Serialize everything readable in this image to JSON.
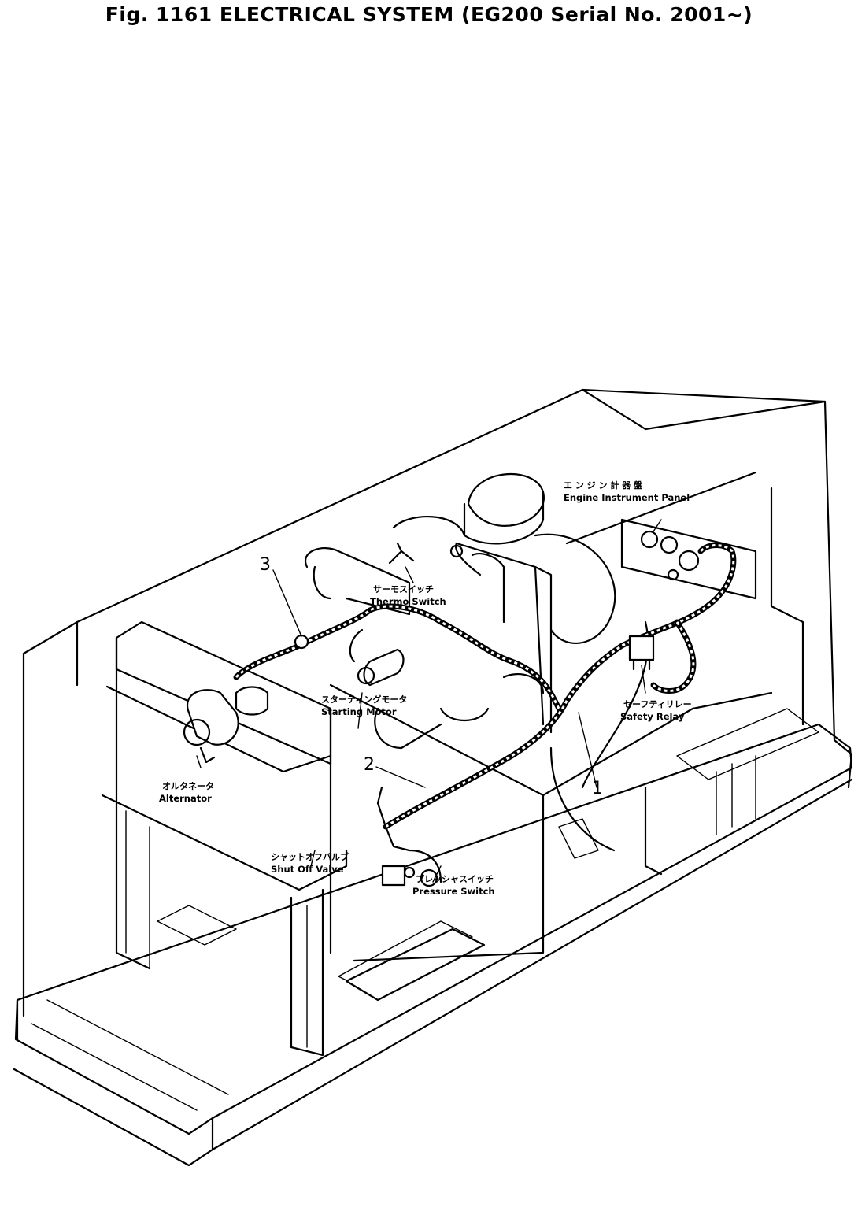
{
  "figure": {
    "title": "Fig. 1161  ELECTRICAL SYSTEM  (EG200 Serial No. 2001~)"
  },
  "labels": {
    "engine_instrument_panel": {
      "jp": "エ ン ジ ン 計 器 盤",
      "en": "Engine Instrument Panel"
    },
    "thermo_switch": {
      "jp": "サーモスイッチ",
      "en": "Thermo Switch"
    },
    "starting_motor": {
      "jp": "スターティングモータ",
      "en": "Starting Motor"
    },
    "safety_relay": {
      "jp": "セーフティリレー",
      "en": "Safety Relay"
    },
    "alternator": {
      "jp": "オルタネータ",
      "en": "Alternator"
    },
    "shut_off_valve": {
      "jp": "シャットオフバルブ",
      "en": "Shut Off Valve"
    },
    "pressure_switch": {
      "jp": "プレッシャスイッチ",
      "en": "Pressure Switch"
    }
  },
  "callouts": {
    "one": "1",
    "two": "2",
    "three": "3"
  }
}
